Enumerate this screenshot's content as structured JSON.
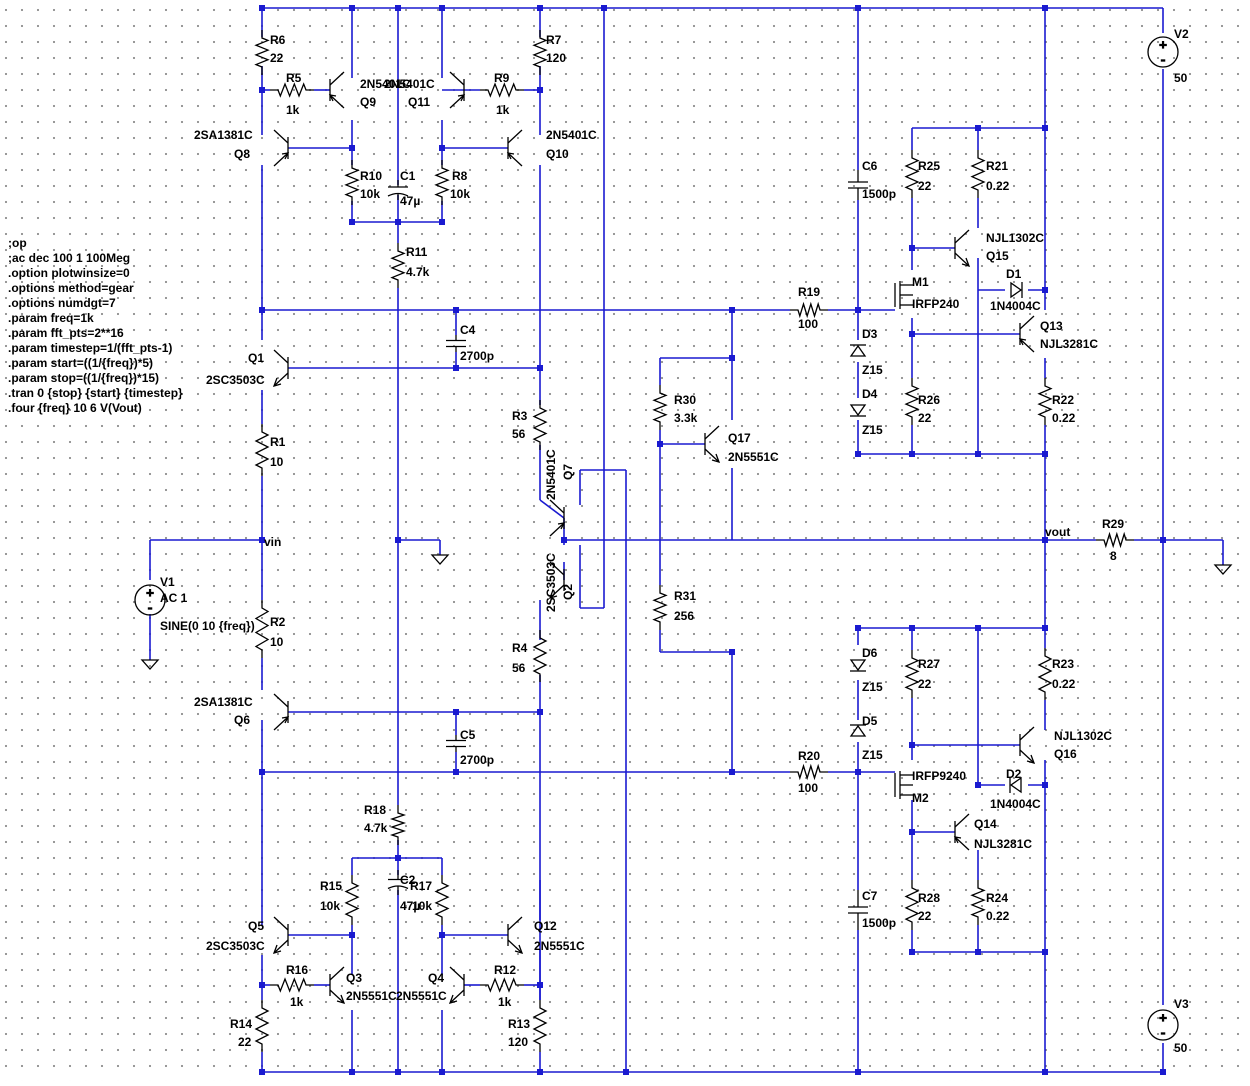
{
  "spice_directives": [
    ";op",
    ";ac dec 100 1 100Meg",
    ".option plotwinsize=0",
    ".options method=gear",
    ".options numdgt=7",
    ".param freq=1k",
    ".param fft_pts=2**16",
    ".param timestep=1/(fft_pts-1)",
    ".param start=((1/{freq})*5)",
    ".param stop=((1/{freq})*15)",
    ".tran 0 {stop} {start} {timestep}",
    ".four {freq} 10 6 V(Vout)"
  ],
  "colors": {
    "wire": "#1a1ad0",
    "symbol": "#000000",
    "junction": "#1a1ad0",
    "grid_dot": "#8a8a8a",
    "background": "#ffffff"
  },
  "nets": {
    "input": "vin",
    "output": "vout"
  },
  "components": {
    "R6": {
      "name": "R6",
      "value": "22"
    },
    "R5": {
      "name": "R5",
      "value": "1k"
    },
    "R7": {
      "name": "R7",
      "value": "120"
    },
    "R9": {
      "name": "R9",
      "value": "1k"
    },
    "R10": {
      "name": "R10",
      "value": "10k"
    },
    "R8": {
      "name": "R8",
      "value": "10k"
    },
    "R11": {
      "name": "R11",
      "value": "4.7k"
    },
    "R1": {
      "name": "R1",
      "value": "10"
    },
    "R2": {
      "name": "R2",
      "value": "10"
    },
    "R3": {
      "name": "R3",
      "value": "56"
    },
    "R4": {
      "name": "R4",
      "value": "56"
    },
    "R19": {
      "name": "R19",
      "value": "100"
    },
    "R20": {
      "name": "R20",
      "value": "100"
    },
    "R25": {
      "name": "R25",
      "value": "22"
    },
    "R21": {
      "name": "R21",
      "value": "0.22"
    },
    "R26": {
      "name": "R26",
      "value": "22"
    },
    "R22": {
      "name": "R22",
      "value": "0.22"
    },
    "R30": {
      "name": "R30",
      "value": "3.3k"
    },
    "R31": {
      "name": "R31",
      "value": "256"
    },
    "R29": {
      "name": "R29",
      "value": "8"
    },
    "R27": {
      "name": "R27",
      "value": "22"
    },
    "R23": {
      "name": "R23",
      "value": "0.22"
    },
    "R18": {
      "name": "R18",
      "value": "4.7k"
    },
    "R15": {
      "name": "R15",
      "value": "10k"
    },
    "R17": {
      "name": "R17",
      "value": "10k"
    },
    "R16": {
      "name": "R16",
      "value": "1k"
    },
    "R12": {
      "name": "R12",
      "value": "1k"
    },
    "R14": {
      "name": "R14",
      "value": "22"
    },
    "R13": {
      "name": "R13",
      "value": "120"
    },
    "R28": {
      "name": "R28",
      "value": "22"
    },
    "R24": {
      "name": "R24",
      "value": "0.22"
    },
    "C1": {
      "name": "C1",
      "value": "47µ"
    },
    "C2": {
      "name": "C2",
      "value": "47µ"
    },
    "C4": {
      "name": "C4",
      "value": "2700p"
    },
    "C5": {
      "name": "C5",
      "value": "2700p"
    },
    "C6": {
      "name": "C6",
      "value": "1500p"
    },
    "C7": {
      "name": "C7",
      "value": "1500p"
    },
    "Q9": {
      "name": "Q9",
      "value": "2N5401C"
    },
    "Q11": {
      "name": "Q11",
      "value": "2N5401C"
    },
    "Q8": {
      "name": "Q8",
      "value": "2SA1381C"
    },
    "Q10": {
      "name": "Q10",
      "value": "2N5401C"
    },
    "Q1": {
      "name": "Q1",
      "value": "2SC3503C"
    },
    "Q6": {
      "name": "Q6",
      "value": "2SA1381C"
    },
    "Q7": {
      "name": "Q7",
      "value": "2N5401C"
    },
    "Q2": {
      "name": "Q2",
      "value": "2SC3503C"
    },
    "Q17": {
      "name": "Q17",
      "value": "2N5551C"
    },
    "Q15": {
      "name": "Q15",
      "value": "NJL1302C"
    },
    "Q13": {
      "name": "Q13",
      "value": "NJL3281C"
    },
    "Q16": {
      "name": "Q16",
      "value": "NJL1302C"
    },
    "Q14": {
      "name": "Q14",
      "value": "NJL3281C"
    },
    "Q5": {
      "name": "Q5",
      "value": "2SC3503C"
    },
    "Q3": {
      "name": "Q3",
      "value": "2N5551C"
    },
    "Q4": {
      "name": "Q4",
      "value": "2N5551C"
    },
    "Q12": {
      "name": "Q12",
      "value": "2N5551C"
    },
    "M1": {
      "name": "M1",
      "value": "IRFP240"
    },
    "M2": {
      "name": "M2",
      "value": "IRFP9240"
    },
    "D1": {
      "name": "D1",
      "value": "1N4004C"
    },
    "D2": {
      "name": "D2",
      "value": "1N4004C"
    },
    "D3": {
      "name": "D3",
      "value": "Z15"
    },
    "D4": {
      "name": "D4",
      "value": "Z15"
    },
    "D5": {
      "name": "D5",
      "value": "Z15"
    },
    "D6": {
      "name": "D6",
      "value": "Z15"
    },
    "V1": {
      "name": "V1",
      "value": "AC 1",
      "value2": "SINE(0 10 {freq})"
    },
    "V2": {
      "name": "V2",
      "value": "50"
    },
    "V3": {
      "name": "V3",
      "value": "50"
    }
  }
}
